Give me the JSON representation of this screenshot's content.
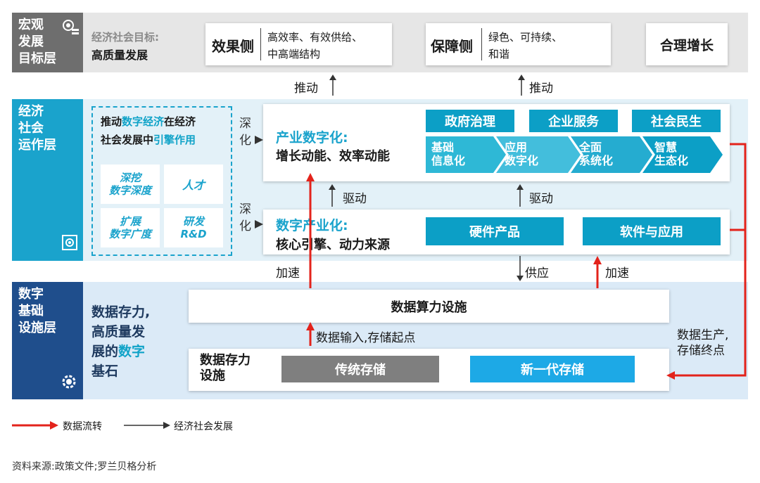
{
  "macro": {
    "label": [
      "宏观",
      "发展",
      "目标层"
    ],
    "goal_title": "经济社会目标:",
    "goal_value": "高质量发展",
    "effect_label": "效果侧",
    "effect_text": [
      "高效率、有效供给、",
      "中高端结构"
    ],
    "guarantee_label": "保障侧",
    "guarantee_text": [
      "绿色、可持续、",
      "和谐"
    ],
    "reasonable": "合理增长"
  },
  "push_left": "推动",
  "push_right": "推动",
  "econ": {
    "label": [
      "经济",
      "社会",
      "运作层"
    ],
    "promo_line1_a": "推动",
    "promo_line1_b": "数字经济",
    "promo_line1_c": "在经济",
    "promo_line2_a": "社会发展中",
    "promo_line2_b": "引擎作用",
    "tiles": [
      [
        "深挖",
        "数字深度"
      ],
      [
        "人才"
      ],
      [
        "扩展",
        "数字广度"
      ],
      [
        "研发",
        "R&D"
      ]
    ],
    "deepen_top": [
      "深",
      "化"
    ],
    "deepen_bottom": [
      "深",
      "化"
    ],
    "industry_digital_title": "产业数字化:",
    "industry_digital_sub": "增长动能、效率动能",
    "tags": [
      "政府治理",
      "企业服务",
      "社会民生"
    ],
    "chevrons": [
      [
        "基础",
        "信息化"
      ],
      [
        "应用",
        "数字化"
      ],
      [
        "全面",
        "系统化"
      ],
      [
        "智慧",
        "生态化"
      ]
    ],
    "drive_left": "驱动",
    "drive_right": "驱动",
    "digital_industry_title": "数字产业化:",
    "digital_industry_sub": "核心引擎、动力来源",
    "hardware": "硬件产品",
    "software": "软件与应用"
  },
  "accelerate_left": "加速",
  "supply": "供应",
  "accelerate_right": "加速",
  "base": {
    "label": [
      "数字",
      "基础",
      "设施层"
    ],
    "desc_a": "数据存力,",
    "desc_b": "高质量发",
    "desc_c1": "展的",
    "desc_c2": "数字",
    "desc_d": "基石",
    "compute": "数据算力设施",
    "input_note": "数据输入,存储起点",
    "gen_note": [
      "数据生产,",
      "存储终点"
    ],
    "storage_label": [
      "数据存力",
      "设施"
    ],
    "traditional": "传统存储",
    "newgen": "新一代存储"
  },
  "legend": {
    "flow": "数据流转",
    "develop": "经济社会发展"
  },
  "source": "资料来源:政策文件;罗兰贝格分析",
  "colors": {
    "macro_label_bg": "#6e6e6e",
    "macro_row_bg": "#e6e6e6",
    "econ_label_bg": "#1aa3cc",
    "econ_row_bg": "#e3f1f8",
    "base_label_bg": "#1f4e8c",
    "base_row_bg": "#dbeaf7",
    "cyan": "#0c9fc6",
    "accent": "#10a3c8",
    "red": "#e3231b",
    "grey_storage": "#7f7f7f",
    "new_storage": "#1da9e6"
  },
  "icons": [
    "target-icon",
    "gear-settings-icon",
    "gear-icon"
  ]
}
